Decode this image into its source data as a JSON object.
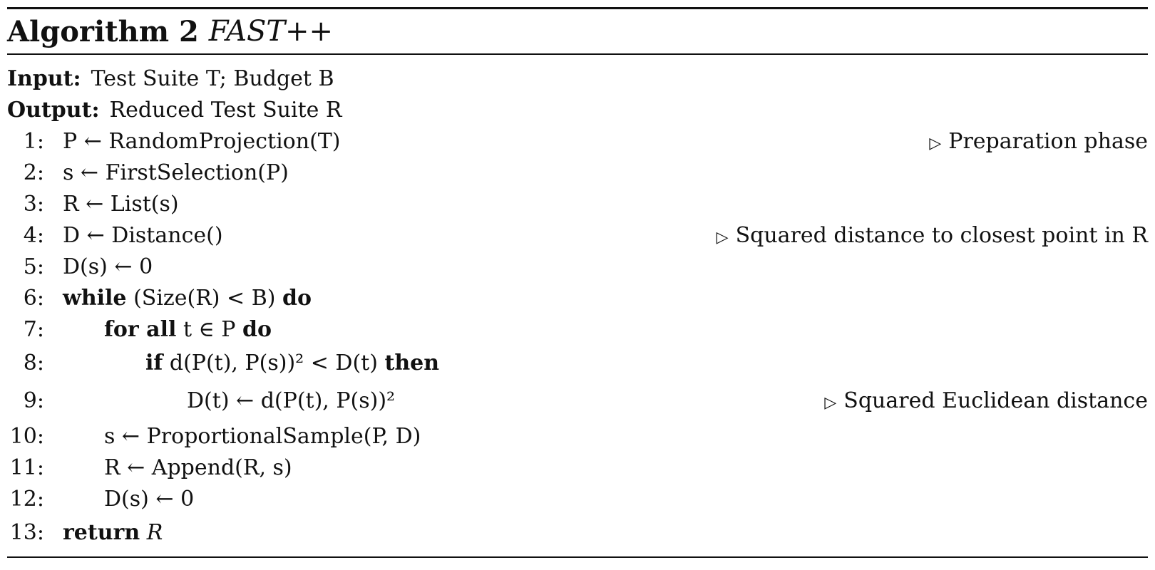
{
  "algorithm": {
    "label": "Algorithm 2",
    "name": "FAST++"
  },
  "io": {
    "input_kw": "Input:",
    "input_text": "Test Suite T; Budget B",
    "output_kw": "Output:",
    "output_text": "Reduced Test Suite R"
  },
  "lines": [
    {
      "num": "1:",
      "pre": "",
      "kw": "",
      "text": "P ← RandomProjection(T)",
      "kw2": "",
      "comment": "Preparation phase"
    },
    {
      "num": "2:",
      "pre": "",
      "kw": "",
      "text": "s ← FirstSelection(P)",
      "kw2": "",
      "comment": ""
    },
    {
      "num": "3:",
      "pre": "",
      "kw": "",
      "text": "R ← List(s)",
      "kw2": "",
      "comment": ""
    },
    {
      "num": "4:",
      "pre": "",
      "kw": "",
      "text": "D ← Distance()",
      "kw2": "",
      "comment": "Squared distance to closest point in R"
    },
    {
      "num": "5:",
      "pre": "",
      "kw": "",
      "text": "D(s) ← 0",
      "kw2": "",
      "comment": ""
    },
    {
      "num": "6:",
      "pre": "",
      "kw": "while",
      "text": "(Size(R) < B)",
      "kw2": "do",
      "comment": ""
    },
    {
      "num": "7:",
      "pre": "",
      "kw": "for all",
      "text": "t ∈ P",
      "kw2": "do",
      "comment": ""
    },
    {
      "num": "8:",
      "pre": "",
      "kw": "if",
      "text": "d(P(t), P(s))² < D(t)",
      "kw2": "then",
      "comment": ""
    },
    {
      "num": "9:",
      "pre": "",
      "kw": "",
      "text": "D(t) ← d(P(t), P(s))²",
      "kw2": "",
      "comment": "Squared Euclidean distance"
    },
    {
      "num": "10:",
      "pre": "",
      "kw": "",
      "text": "s ← ProportionalSample(P, D)",
      "kw2": "",
      "comment": ""
    },
    {
      "num": "11:",
      "pre": "",
      "kw": "",
      "text": "R ← Append(R, s)",
      "kw2": "",
      "comment": ""
    },
    {
      "num": "12:",
      "pre": "",
      "kw": "",
      "text": "D(s) ← 0",
      "kw2": "",
      "comment": ""
    },
    {
      "num": "13:",
      "pre": "",
      "kw": "return",
      "text": "R",
      "kw2": "",
      "comment": ""
    }
  ],
  "comment_marker": "▷"
}
